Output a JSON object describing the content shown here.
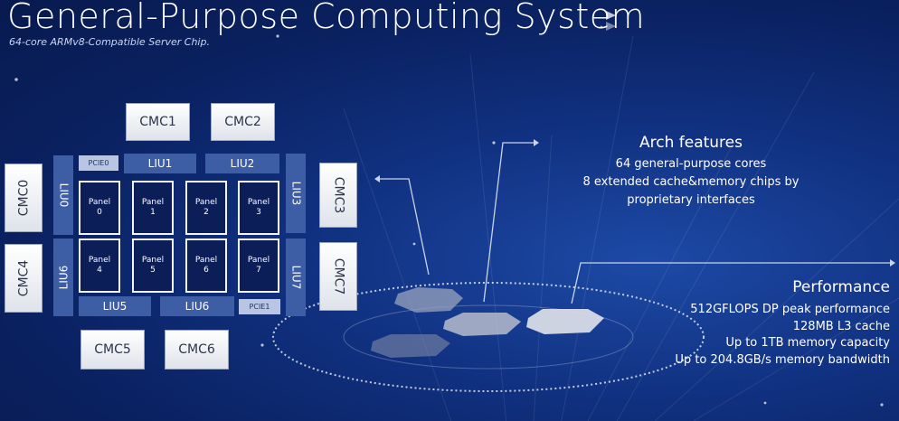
{
  "title": "General-Purpose Computing System",
  "subtitle": "64-core ARMv8-Compatible Server Chip.",
  "cmc": {
    "cmc0": "CMC0",
    "cmc1": "CMC1",
    "cmc2": "CMC2",
    "cmc3": "CMC3",
    "cmc4": "CMC4",
    "cmc5": "CMC5",
    "cmc6": "CMC6",
    "cmc7": "CMC7"
  },
  "liu": {
    "liu0": "LIU0",
    "liu1": "LIU1",
    "liu2": "LIU2",
    "liu3": "LIU3",
    "liu5": "LIU5",
    "liu6_bottom": "LIU6",
    "liu6_left": "LIU6",
    "liu7": "LIU7"
  },
  "pcie": {
    "pcie0": "PCIE0",
    "pcie1": "PCIE1"
  },
  "panels": [
    {
      "label": "Panel",
      "num": "0"
    },
    {
      "label": "Panel",
      "num": "1"
    },
    {
      "label": "Panel",
      "num": "2"
    },
    {
      "label": "Panel",
      "num": "3"
    },
    {
      "label": "Panel",
      "num": "4"
    },
    {
      "label": "Panel",
      "num": "5"
    },
    {
      "label": "Panel",
      "num": "6"
    },
    {
      "label": "Panel",
      "num": "7"
    }
  ],
  "arch": {
    "heading": "Arch features",
    "lines": [
      "64 general-purpose cores",
      "8 extended cache&memory chips by",
      "proprietary interfaces"
    ]
  },
  "performance": {
    "heading": "Performance",
    "lines": [
      "512GFLOPS DP peak performance",
      "128MB L3 cache",
      "Up to 1TB memory capacity",
      "Up to 204.8GB/s memory bandwidth"
    ]
  },
  "colors": {
    "background": "#0a2160",
    "liu": "#3d5da5",
    "panel": "#0c1e57",
    "cmc": "#ffffff"
  }
}
